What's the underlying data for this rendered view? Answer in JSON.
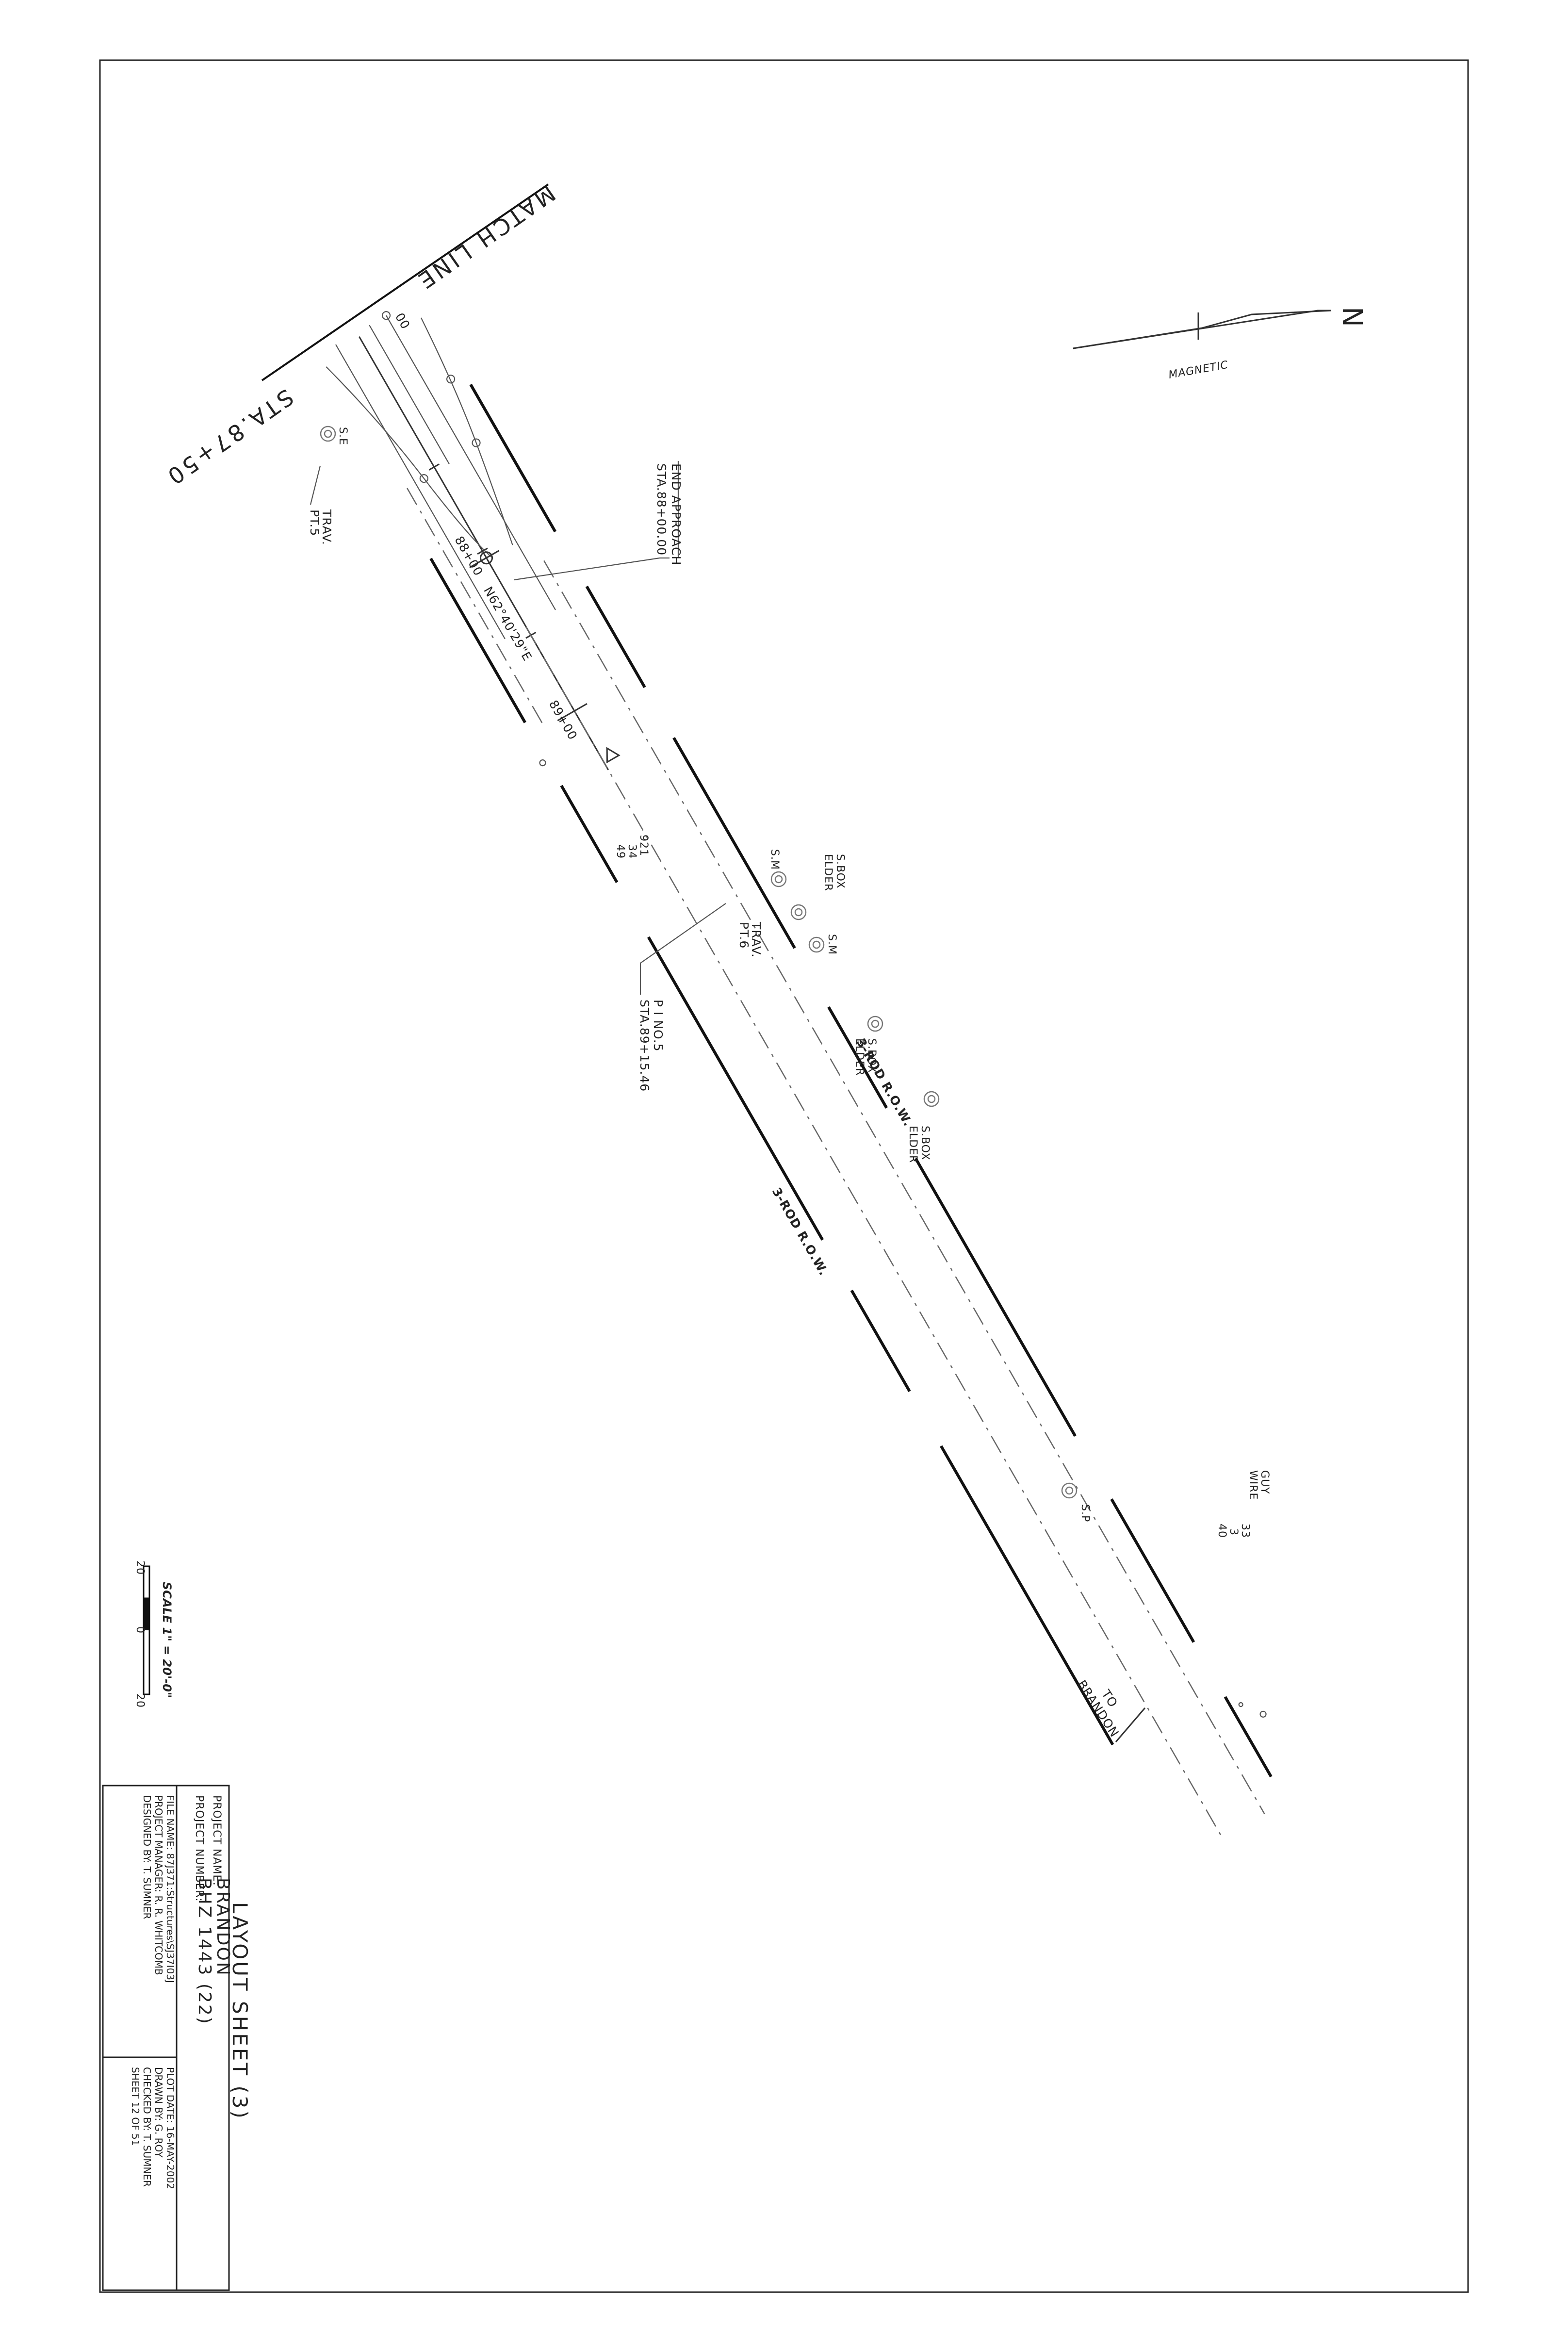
{
  "match_line": {
    "label": "MATCH LINE",
    "station": "STA.87+50"
  },
  "north_arrow": {
    "symbol": "N",
    "label": "MAGNETIC"
  },
  "stations": {
    "sta_00": "00",
    "sta_88": "88+00",
    "sta_89": "89+00"
  },
  "bearing": "N62°40'29\"E",
  "end_approach": {
    "line1": "END APPROACH",
    "line2": "STA.88+00.00"
  },
  "traverse": [
    {
      "line1": "TRAV.",
      "line2": "PT.5"
    },
    {
      "line1": "TRAV.",
      "line2": "PT.6"
    }
  ],
  "pi": {
    "line1": "P I NO.5",
    "line2": "STA.89+15.46"
  },
  "pole_1": {
    "line1": "921",
    "line2": "34",
    "line3": "49"
  },
  "pole_2": {
    "line1": "33",
    "line2": "3",
    "line3": "40"
  },
  "guy_wire": {
    "line1": "GUY",
    "line2": "WIRE"
  },
  "trees": {
    "se": "S.E",
    "sm_1": "S.M",
    "sm_2": "S.M",
    "box_elder": [
      {
        "line1": "S.BOX",
        "line2": "ELDER"
      },
      {
        "line1": "S.BOX",
        "line2": "ELDER"
      },
      {
        "line1": "S.BOX",
        "line2": "ELDER"
      }
    ],
    "sp": "S.P"
  },
  "row_labels": {
    "upper": "3-ROD R.O.W.",
    "lower": "3-ROD R.O.W."
  },
  "to_brandon": {
    "line1": "TO",
    "line2": "BRANDON"
  },
  "scale": {
    "title": "SCALE 1\" = 20'-0\"",
    "left": "20",
    "mid": "0",
    "right": "20"
  },
  "title_block": {
    "sheet_title": "LAYOUT SHEET (3)",
    "project_name_label": "PROJECT NAME:",
    "project_name": "BRANDON",
    "project_number_label": "PROJECT NUMBER:",
    "project_number": "BHZ 1443 (22)",
    "file_name": "FILE NAME: 87J371:Structures\\SJ37I03J",
    "project_manager": "PROJECT MANAGER: R. R. WHITCOMB",
    "designed_by": "DESIGNED BY:     T. SUMNER",
    "plot_date": "PLOT DATE: 16-MAY-2002",
    "drawn_by": "DRAWN BY: G. ROY",
    "checked_by": "CHECKED BY: T. SUMNER",
    "sheet_no": "SHEET  12  OF  51"
  }
}
